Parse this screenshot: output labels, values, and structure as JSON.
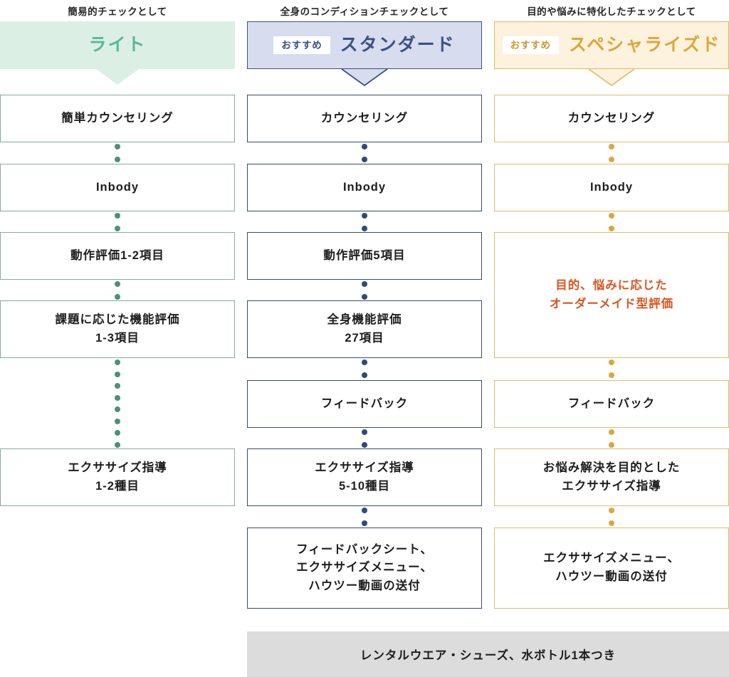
{
  "colors": {
    "light_bg": "#dcefe5",
    "light_title": "#5cb698",
    "light_border": "#7fae9d",
    "light_dot": "#4c9078",
    "standard_bg": "#d7dcef",
    "standard_title": "#3a5184",
    "standard_border": "#3a4a6b",
    "standard_dot": "#2e4a7d",
    "specialized_bg": "#fcf2dd",
    "specialized_title": "#dda63c",
    "specialized_border": "#dfba6e",
    "specialized_dot": "#dda63c",
    "accent_text": "#d9551f",
    "banner_bg": "#dcdcdc"
  },
  "columns": [
    {
      "id": "light",
      "caption": "簡易的チェックとして",
      "badge": "",
      "title": "ライト",
      "steps": [
        {
          "lines": [
            "簡単カウンセリング"
          ],
          "accent": false
        },
        {
          "lines": [
            "Inbody"
          ],
          "accent": false
        },
        {
          "lines": [
            "動作評価1-2項目"
          ],
          "accent": false
        },
        {
          "lines": [
            "課題に応じた機能評価",
            "1-3項目"
          ],
          "accent": false
        },
        {
          "lines": [
            "エクササイズ指導",
            "1-2種目"
          ],
          "accent": false
        }
      ]
    },
    {
      "id": "standard",
      "caption": "全身のコンディションチェックとして",
      "badge": "おすすめ",
      "title": "スタンダード",
      "steps": [
        {
          "lines": [
            "カウンセリング"
          ],
          "accent": false
        },
        {
          "lines": [
            "Inbody"
          ],
          "accent": false
        },
        {
          "lines": [
            "動作評価5項目"
          ],
          "accent": false
        },
        {
          "lines": [
            "全身機能評価",
            "27項目"
          ],
          "accent": false
        },
        {
          "lines": [
            "フィードバック"
          ],
          "accent": false
        },
        {
          "lines": [
            "エクササイズ指導",
            "5-10種目"
          ],
          "accent": false
        },
        {
          "lines": [
            "フィードバックシート、",
            "エクササイズメニュー、",
            "ハウツー動画の送付"
          ],
          "accent": false
        }
      ]
    },
    {
      "id": "specialized",
      "caption": "目的や悩みに特化したチェックとして",
      "badge": "おすすめ",
      "title": "スペシャライズド",
      "steps": [
        {
          "lines": [
            "カウンセリング"
          ],
          "accent": false
        },
        {
          "lines": [
            "Inbody"
          ],
          "accent": false
        },
        {
          "lines": [
            "目的、悩みに応じた",
            "オーダーメイド型評価"
          ],
          "accent": true
        },
        {
          "lines": [
            "フィードバック"
          ],
          "accent": false
        },
        {
          "lines": [
            "お悩み解決を目的とした",
            "エクササイズ指導"
          ],
          "accent": false
        },
        {
          "lines": [
            "エクササイズメニュー、",
            "ハウツー動画の送付"
          ],
          "accent": false
        }
      ]
    }
  ],
  "banner": {
    "text": "レンタルウエア・シューズ、水ボトル1本つき"
  }
}
